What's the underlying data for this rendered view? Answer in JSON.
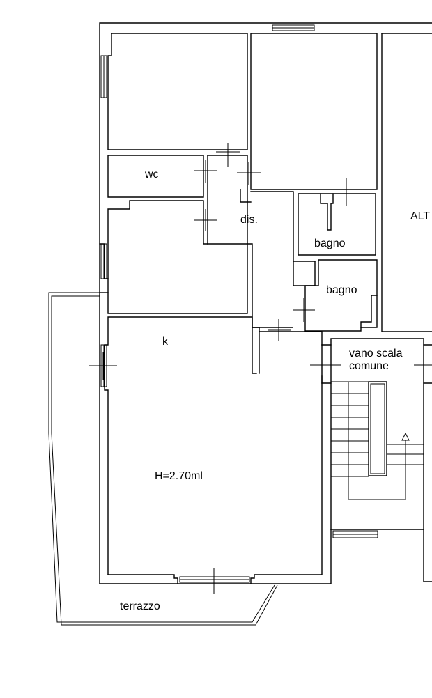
{
  "plan": {
    "rooms": {
      "wc": "wc",
      "dis": "dis.",
      "bagno_upper": "bagno",
      "bagno_lower": "bagno",
      "kitchen": "k",
      "height": "H=2.70ml",
      "other_unit": "ALT",
      "stair_line1": "vano scala",
      "stair_line2": "comune",
      "terrace": "terrazzo"
    },
    "colors": {
      "lines": "#000000",
      "background": "#ffffff"
    }
  }
}
